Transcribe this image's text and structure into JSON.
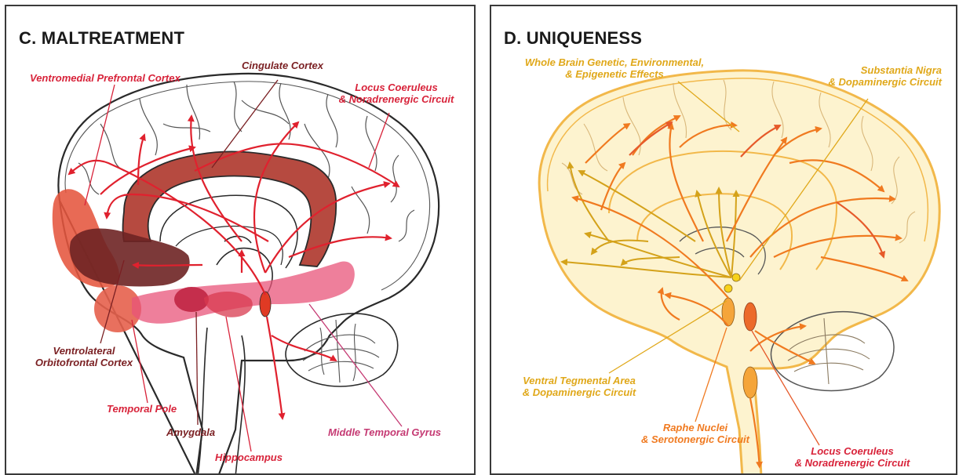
{
  "panels": {
    "maltreatment": {
      "title": "C. MALTREATMENT",
      "labels": {
        "vmpfc": "Ventromedial Prefrontal Cortex",
        "cingulate": "Cingulate Cortex",
        "lc_line1": "Locus Coeruleus",
        "lc_line2": "& Noradrenergic Circuit",
        "vlofc_line1": "Ventrolateral",
        "vlofc_line2": "Orbitofrontal Cortex",
        "temporal_pole": "Temporal Pole",
        "amygdala": "Amygdala",
        "hippocampus": "Hippocampus",
        "mtg": "Middle Temporal Gyrus"
      }
    },
    "uniqueness": {
      "title": "D. UNIQUENESS",
      "labels": {
        "whole_line1": "Whole Brain Genetic, Environmental,",
        "whole_line2": "& Epigenetic Effects",
        "sn_line1": "Substantia Nigra",
        "sn_line2": "& Dopaminergic Circuit",
        "vta_line1": "Ventral Tegmental Area",
        "vta_line2": "& Dopaminergic Circuit",
        "raphe_line1": "Raphe Nuclei",
        "raphe_line2": "& Serotonergic Circuit",
        "lc_line1": "Locus Coeruleus",
        "lc_line2": "& Noradrenergic Circuit"
      }
    }
  },
  "colors": {
    "red": "#d8233a",
    "dark_red": "#7a1f22",
    "pink": "#c53a73",
    "gold": "#e0a81a",
    "orange": "#f07a20"
  }
}
